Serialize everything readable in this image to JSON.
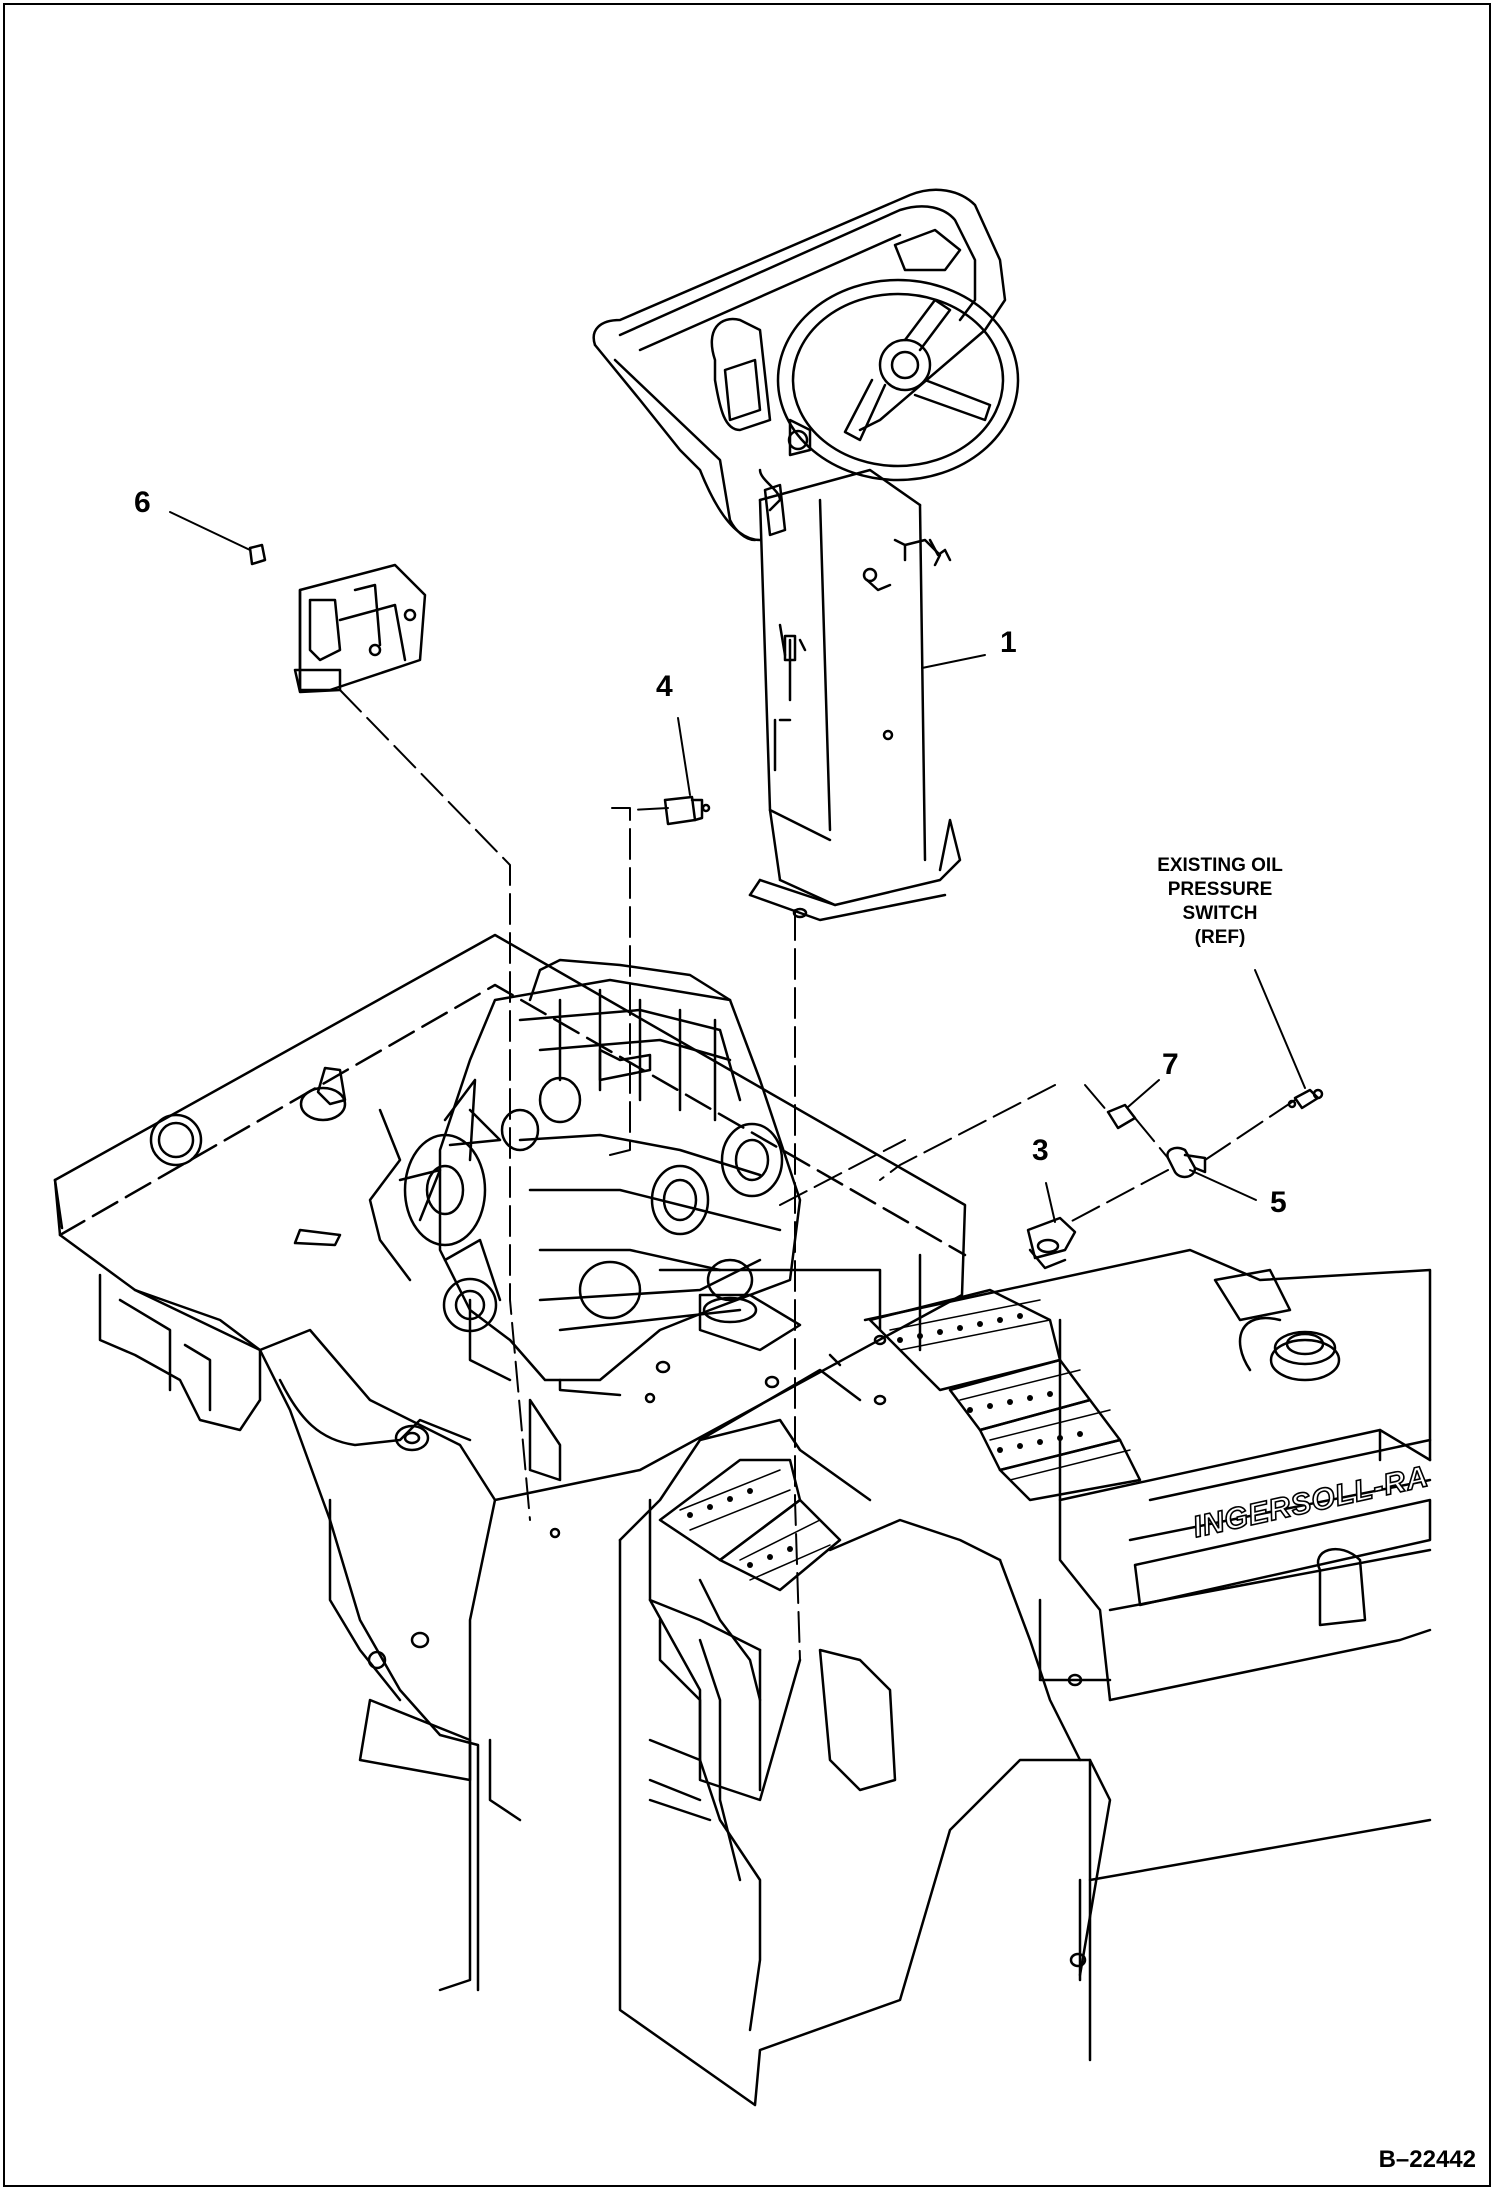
{
  "callouts": {
    "c1": "1",
    "c3": "3",
    "c4": "4",
    "c5": "5",
    "c6": "6",
    "c7": "7"
  },
  "note": {
    "line1": "EXISTING OIL",
    "line2": "PRESSURE",
    "line3": "SWITCH",
    "line4": "(REF)"
  },
  "brand_text": "INGERSOLL-RAND",
  "drawing_number": "B–22442"
}
